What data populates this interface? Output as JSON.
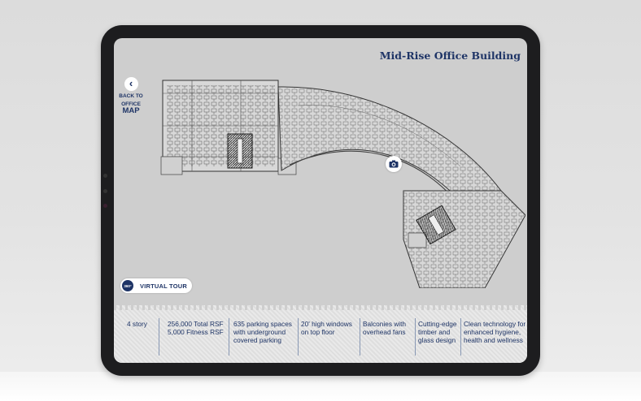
{
  "header": {
    "title": "Mid-Rise Office Building"
  },
  "nav": {
    "back_line1": "BACK TO",
    "back_line2": "OFFICE",
    "back_line3": "MAP"
  },
  "tour": {
    "badge": "360°",
    "label": "VIRTUAL TOUR"
  },
  "features": [
    {
      "lines": [
        "4 story"
      ]
    },
    {
      "lines": [
        "256,000 Total RSF",
        "5,000 Fitness RSF"
      ]
    },
    {
      "lines": [
        "635 parking spaces",
        "with underground",
        "covered parking"
      ]
    },
    {
      "lines": [
        "20' high windows",
        "on top floor"
      ]
    },
    {
      "lines": [
        "Balconies with",
        "overhead fans"
      ]
    },
    {
      "lines": [
        "Cutting-edge",
        "timber and",
        "glass design"
      ]
    },
    {
      "lines": [
        "Clean technology for",
        "enhanced hygiene,",
        "health and wellness"
      ]
    }
  ],
  "icons": {
    "back": "chevron-left-icon",
    "camera": "camera-icon",
    "tour": "360-icon"
  },
  "colors": {
    "navy": "#1e3466",
    "screen_bg": "#cecece"
  }
}
